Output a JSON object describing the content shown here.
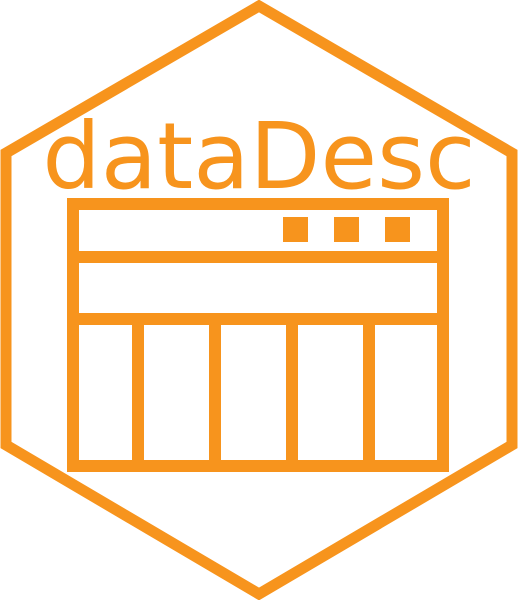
{
  "logo": {
    "title": "dataDesc",
    "accent_color": "#F7941D",
    "shape": "hexagon",
    "icon": "data-table-window-icon",
    "window_controls": 3,
    "table_columns": 5
  }
}
